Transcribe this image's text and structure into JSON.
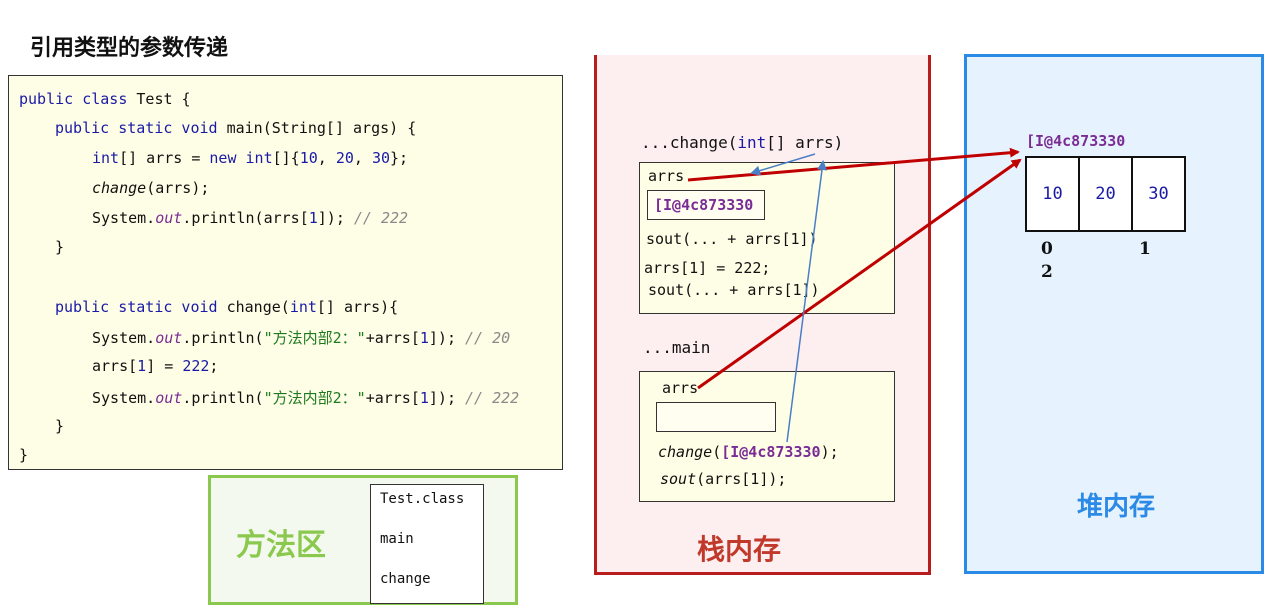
{
  "title": "引用类型的参数传递",
  "code": {
    "l1_a": "public class",
    "l1_b": " Test {",
    "l2_a": "public static void",
    "l2_b": " main(String[] args) {",
    "l3_a": "int",
    "l3_b": "[] arrs = ",
    "l3_c": "new int",
    "l3_d": "[]{",
    "l3_n1": "10",
    "l3_s1": ", ",
    "l3_n2": "20",
    "l3_s2": ", ",
    "l3_n3": "30",
    "l3_e": "};",
    "l4_a": "change",
    "l4_b": "(arrs);",
    "l5_a": "System.",
    "l5_b": "out",
    "l5_c": ".println(arrs[",
    "l5_d": "1",
    "l5_e": "]); ",
    "l5_f": "// 222",
    "l6": "}",
    "l7_a": "public static void",
    "l7_b": " change(",
    "l7_c": "int",
    "l7_d": "[] arrs){",
    "l8_a": "System.",
    "l8_b": "out",
    "l8_c": ".println(",
    "l8_d": "\"方法内部2：\"",
    "l8_e": "+arrs[",
    "l8_f": "1",
    "l8_g": "]); ",
    "l8_h": "// 20",
    "l9_a": "arrs[",
    "l9_b": "1",
    "l9_c": "] = ",
    "l9_d": "222",
    "l9_e": ";",
    "l10_a": "System.",
    "l10_b": "out",
    "l10_c": ".println(",
    "l10_d": "\"方法内部2：\"",
    "l10_e": "+arrs[",
    "l10_f": "1",
    "l10_g": "]); ",
    "l10_h": "// 222",
    "l11": "}",
    "l12": "}"
  },
  "method_area": {
    "label": "方法区",
    "items": [
      "Test.class",
      "main",
      "change"
    ]
  },
  "stack": {
    "label": "栈内存",
    "change_frame": {
      "header_a": "...change(",
      "header_b": "int",
      "header_c": "[] arrs)",
      "var": "arrs",
      "value": "[I@4c873330",
      "line1": "sout(... + arrs[1])",
      "line2": "arrs[1] = 222;",
      "line3": "sout(... + arrs[1])"
    },
    "main_frame": {
      "header": "...main",
      "var": "arrs",
      "call_a": "change",
      "call_b": "(",
      "call_c": "[I@4c873330",
      "call_d": ");",
      "sout_a": "sout",
      "sout_b": "(arrs[1]);"
    }
  },
  "heap": {
    "label": "堆内存",
    "address": "[I@4c873330",
    "cells": [
      "10",
      "20",
      "30"
    ],
    "index_0": "0",
    "index_1": "1",
    "index_2": "2"
  },
  "colors": {
    "arrow_red": "#c00000",
    "arrow_blue": "#4a7ec7"
  }
}
